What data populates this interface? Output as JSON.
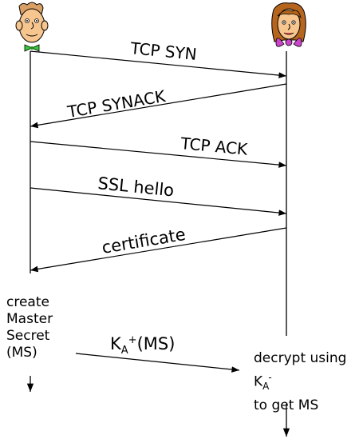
{
  "messages": {
    "tcp_syn": "TCP SYN",
    "tcp_synack": "TCP SYNACK",
    "tcp_ack": "TCP ACK",
    "ssl_hello": "SSL hello",
    "certificate": "certificate",
    "key_exchange": {
      "base": "K",
      "sub": "A",
      "sup": "+",
      "arg": "(MS)"
    }
  },
  "client_note": {
    "lines": [
      "create",
      "Master",
      "Secret",
      "(MS)"
    ]
  },
  "server_note": {
    "line1": "decrypt using",
    "key": {
      "base": "K",
      "sub": "A",
      "sup": "-"
    },
    "line3": "to get MS"
  },
  "colors": {
    "line": "#000000",
    "client_skin": "#f7c58e",
    "client_bowtie": "#33cc33",
    "server_hair": "#b5651d",
    "server_bow": "#cc44cc"
  },
  "icons": [
    "client-person-icon",
    "server-person-icon"
  ]
}
